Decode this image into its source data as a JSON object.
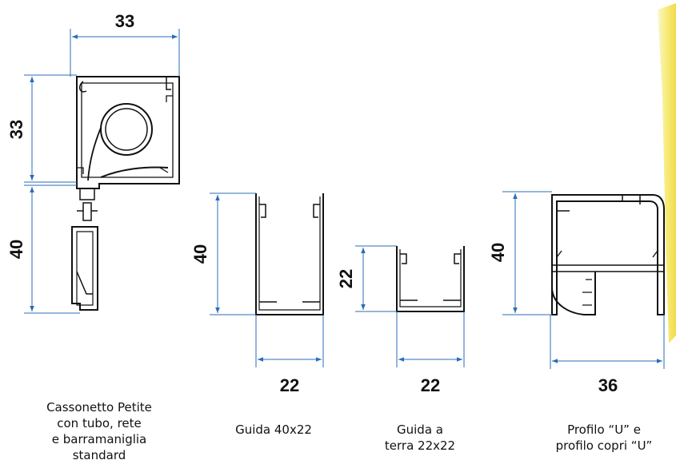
{
  "captions": {
    "cassonetto": "Cassonetto Petite\ncon tubo, rete\ne barramaniglia\nstandard",
    "guida": "Guida 40x22",
    "guida_terra": "Guida a\nterra 22x22",
    "profilo_u": "Profilo “U” e\nprofilo copri “U”"
  },
  "dimensions": {
    "cassonetto_width": "33",
    "cassonetto_height": "33",
    "cassonetto_bar_height": "40",
    "guida_height": "40",
    "guida_width": "22",
    "guida_terra_height": "22",
    "guida_terra_width": "22",
    "profilo_height": "40",
    "profilo_width": "36"
  },
  "colors": {
    "dimension_line": "#2b6db5",
    "profile_line": "#111111",
    "accent_yellow": "#f2e45a"
  }
}
